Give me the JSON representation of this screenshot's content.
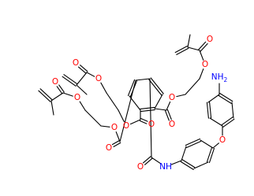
{
  "atom_labels": {
    "ester_O": "O",
    "carbonyl_O": "O",
    "ether_O": "O",
    "amide_N": "NH",
    "amine_N": "NH",
    "amine_sub": "2"
  },
  "colors": {
    "bond": "#000000",
    "oxygen": "#ff0000",
    "nitrogen": "#0000ff",
    "background": "#ffffff"
  }
}
